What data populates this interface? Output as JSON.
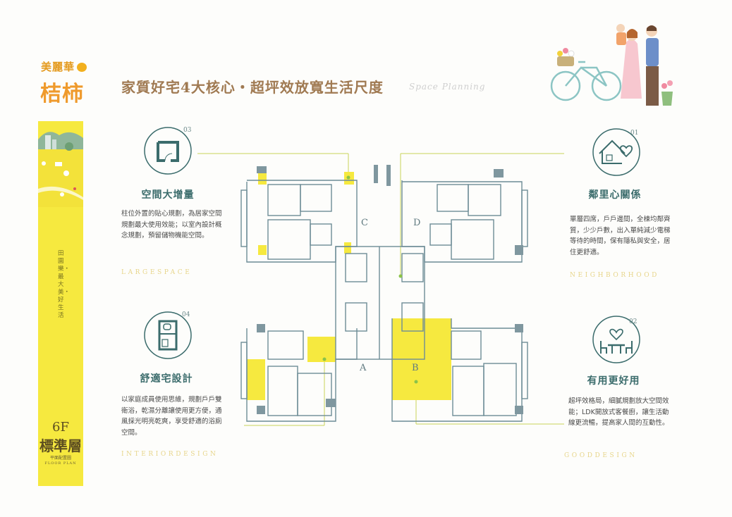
{
  "brand": {
    "top": "美麗華",
    "name": "桔柿"
  },
  "sidebar": {
    "slogan": "田園樂・最大美・好生活"
  },
  "floor": {
    "number": "6F",
    "name": "標準層",
    "sub_cn": "平面配置圖",
    "sub_en": "FLOOR PLAN"
  },
  "page": {
    "title": "家質好宅4大核心・超坪效放寬生活尺度",
    "title_en": "Space Planning"
  },
  "features": [
    {
      "num": "03",
      "title": "空間大增量",
      "icon": "floorplan-room-icon",
      "body": "柱位外置的貼心規劃，為居家空間規劃最大使用效能；以室內設計概念規劃，預留儲物機能空間。",
      "en": "LARGESPACE"
    },
    {
      "num": "04",
      "title": "舒適宅設計",
      "icon": "bathroom-layout-icon",
      "body": "以家庭成員使用思維，規劃戶戶雙衛浴，乾濕分離讓使用更方便，通風採光明亮乾爽，享受舒適的浴廁空間。",
      "en": "INTERIORDESIGN"
    },
    {
      "num": "01",
      "title": "鄰里心關係",
      "icon": "house-heart-icon",
      "body": "單層四席，戶戶邊間，全棟均鄰齊質，少少戶數，出入單純減少電梯等待的時間，保有隱私與安全，居住更舒適。",
      "en": "NEIGHBORHOOD"
    },
    {
      "num": "02",
      "title": "有用更好用",
      "icon": "dining-table-icon",
      "body": "超坪效格局，細膩規劃放大空間效能；LDK開放式客餐廚，讓生活動線更流暢，提高家人間的互動性。",
      "en": "GOODDESIGN"
    }
  ],
  "plan": {
    "units": [
      "C",
      "D",
      "A",
      "B"
    ]
  },
  "colors": {
    "accent": "#f6e93f",
    "teal": "#3b6c6c",
    "gold": "#a07a52",
    "plan_line": "#6d8c96"
  }
}
